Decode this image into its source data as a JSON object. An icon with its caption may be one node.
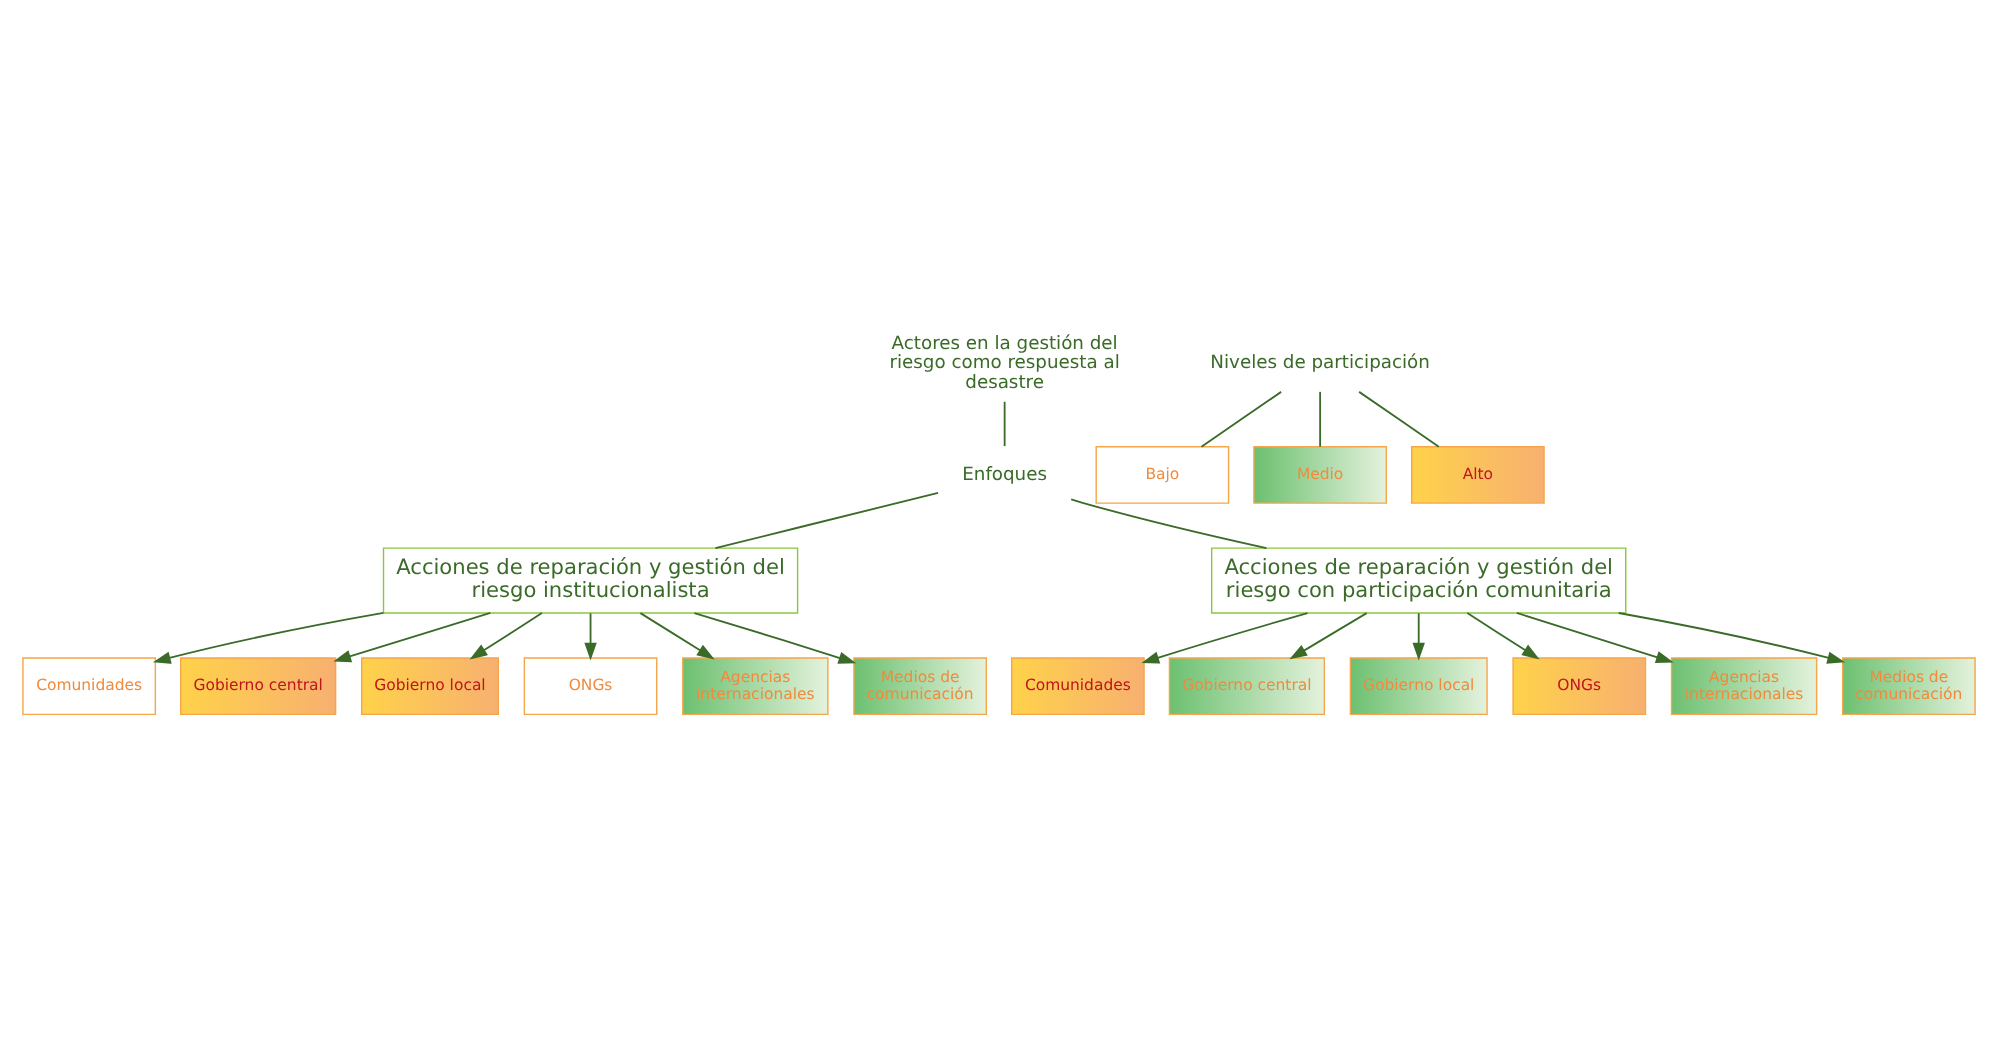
{
  "diagram": {
    "nodes": [
      {
        "text": [
          "Actores en la gestión del riesgo como respuesta al desastre"
        ]
      },
      {
        "text": [
          "Enfoques"
        ]
      },
      {
        "text": [
          "Acciones de reparación y gestión del riesgo institucionalista"
        ]
      },
      {
        "text": [
          "Comunidades"
        ]
      },
      {
        "text": [
          "Gobierno central"
        ]
      },
      {
        "text": [
          "Gobierno local"
        ]
      },
      {
        "text": [
          "ONGs"
        ]
      },
      {
        "text": [
          "Agencias internacionales"
        ]
      },
      {
        "text": [
          "Medios de comunicación"
        ]
      },
      {
        "text": [
          "Acciones de reparación y gestión del riesgo con participación comunitaria"
        ]
      },
      {
        "text": [
          "Comunidades"
        ]
      },
      {
        "text": [
          "Gobierno central"
        ]
      },
      {
        "text": [
          "Gobierno local"
        ]
      },
      {
        "text": [
          "ONGs"
        ]
      },
      {
        "text": [
          "Agencias internacionales"
        ]
      },
      {
        "text": [
          "Medios de comunicación"
        ]
      },
      {
        "text": [
          "Niveles de participación"
        ]
      },
      {
        "text": [
          "Bajo"
        ]
      },
      {
        "text": [
          "Medio"
        ]
      },
      {
        "text": [
          "Alto"
        ]
      }
    ],
    "edges": [
      {
        "from": 0,
        "to": 1,
        "arrow": "none"
      },
      {
        "from": 1,
        "to": 2,
        "arrow": "none"
      },
      {
        "from": 1,
        "to": 9,
        "arrow": "none"
      },
      {
        "from": 2,
        "to": 3,
        "arrow": "to"
      },
      {
        "from": 2,
        "to": 4,
        "arrow": "to"
      },
      {
        "from": 2,
        "to": 5,
        "arrow": "to"
      },
      {
        "from": 2,
        "to": 6,
        "arrow": "to"
      },
      {
        "from": 2,
        "to": 7,
        "arrow": "to"
      },
      {
        "from": 2,
        "to": 8,
        "arrow": "to"
      },
      {
        "from": 9,
        "to": 10,
        "arrow": "to"
      },
      {
        "from": 9,
        "to": 11,
        "arrow": "to"
      },
      {
        "from": 9,
        "to": 12,
        "arrow": "to"
      },
      {
        "from": 9,
        "to": 13,
        "arrow": "to"
      },
      {
        "from": 9,
        "to": 14,
        "arrow": "to"
      },
      {
        "from": 9,
        "to": 15,
        "arrow": "to"
      },
      {
        "from": 16,
        "to": 17,
        "arrow": "none"
      },
      {
        "from": 16,
        "to": 18,
        "arrow": "none"
      },
      {
        "from": 16,
        "to": 19,
        "arrow": "none"
      }
    ]
  }
}
